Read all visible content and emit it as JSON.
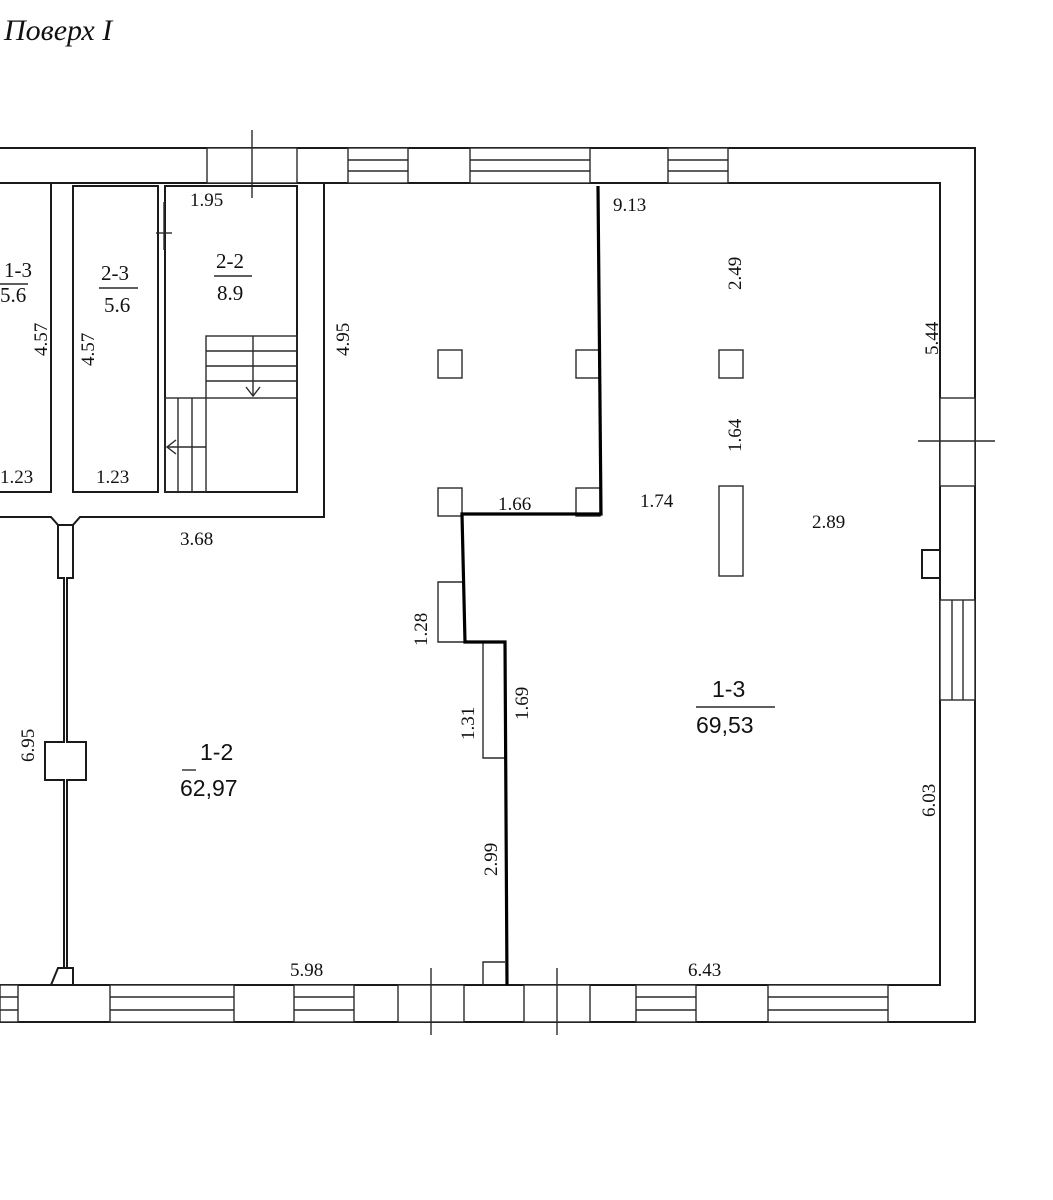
{
  "title": "Поверх I",
  "rooms": {
    "r1_3_left": {
      "id": "1-3",
      "area": "5.6"
    },
    "r2_3": {
      "id": "2-3",
      "area": "5.6"
    },
    "r2_2": {
      "id": "2-2",
      "area": "8.9"
    },
    "r1_2": {
      "id": "1-2",
      "area": "62,97"
    },
    "r1_3": {
      "id": "1-3",
      "area": "69,53"
    }
  },
  "dimensions": {
    "d_457_a": "4.57",
    "d_457_b": "4.57",
    "d_123_a": "1.23",
    "d_123_b": "1.23",
    "d_195": "1.95",
    "d_495": "4.95",
    "d_368": "3.68",
    "d_913": "9.13",
    "d_249": "2.49",
    "d_544": "5.44",
    "d_164": "1.64",
    "d_166": "1.66",
    "d_174": "1.74",
    "d_289": "2.89",
    "d_128": "1.28",
    "d_131": "1.31",
    "d_169": "1.69",
    "d_695": "6.95",
    "d_299": "2.99",
    "d_603": "6.03",
    "d_598": "5.98",
    "d_643": "6.43"
  }
}
